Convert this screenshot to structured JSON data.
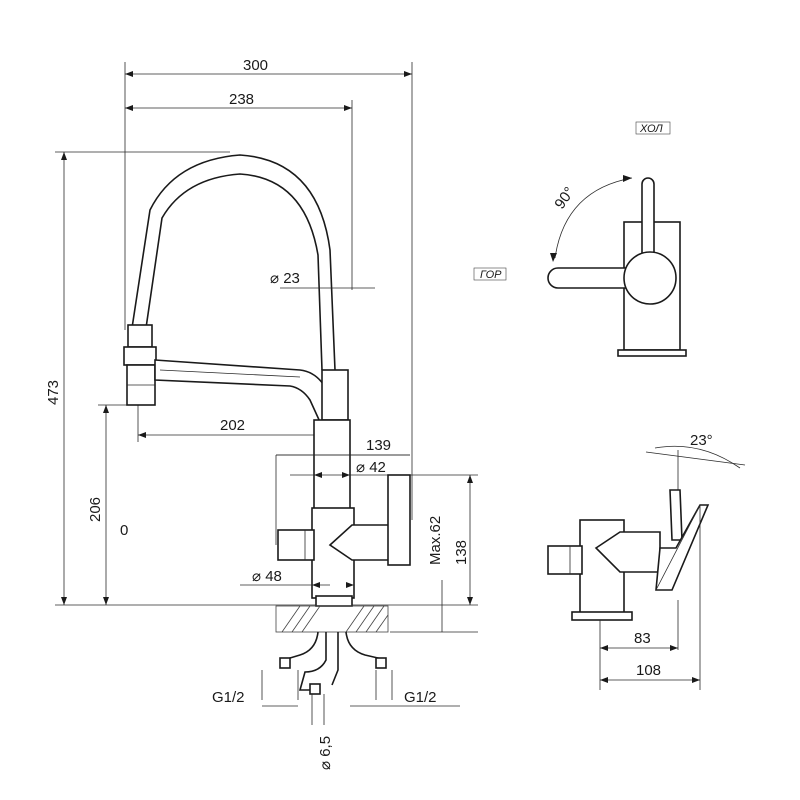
{
  "dimensions": {
    "width_overall": "300",
    "width_spout": "238",
    "spout_reach": "202",
    "height_total": "473",
    "height_outlet": "206",
    "zero_mark": "0",
    "hose_diameter": "⌀ 23",
    "body_diameter": "⌀ 42",
    "base_diameter": "⌀ 48",
    "body_depth": "139",
    "max_counter": "Max.62",
    "body_height": "138",
    "connector_left": "G1/2",
    "connector_right": "G1/2",
    "tube_diameter": "⌀ 6,5",
    "side_depth_short": "83",
    "side_depth_long": "108",
    "tilt_angle": "23°",
    "rotation_angle": "90°"
  },
  "labels": {
    "cold": "ХОЛ",
    "hot": "ГОР"
  }
}
